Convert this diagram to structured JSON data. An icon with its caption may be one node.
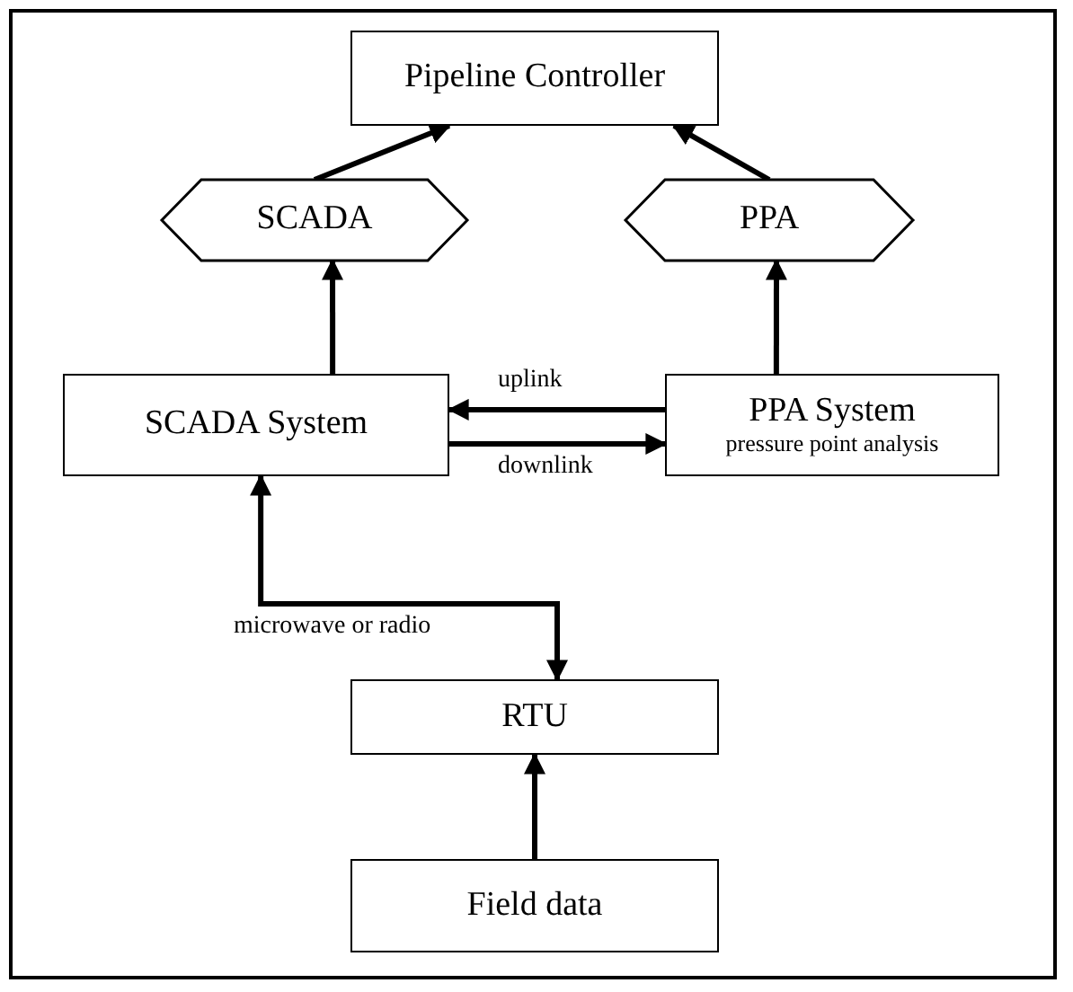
{
  "diagram": {
    "nodes": [
      {
        "text": [
          "Pipeline Controller"
        ]
      },
      {
        "text": [
          "SCADA"
        ]
      },
      {
        "text": [
          "PPA"
        ]
      },
      {
        "text": [
          "SCADA System"
        ]
      },
      {
        "text": [
          "PPA System",
          "pressure point analysis"
        ]
      },
      {
        "text": [
          "RTU"
        ]
      },
      {
        "text": [
          "Field data"
        ]
      }
    ],
    "edges": [
      {
        "from": 1,
        "to": 0,
        "arrow": "to"
      },
      {
        "from": 2,
        "to": 0,
        "arrow": "to"
      },
      {
        "from": 3,
        "to": 1,
        "arrow": "to"
      },
      {
        "from": 4,
        "to": 2,
        "arrow": "to"
      },
      {
        "from": 4,
        "to": 3,
        "arrow": "to",
        "label": "uplink"
      },
      {
        "from": 3,
        "to": 4,
        "arrow": "to",
        "label": "downlink"
      },
      {
        "from": 3,
        "to": 5,
        "arrow": "both",
        "label": "microwave or radio"
      },
      {
        "from": 6,
        "to": 5,
        "arrow": "to"
      }
    ]
  }
}
